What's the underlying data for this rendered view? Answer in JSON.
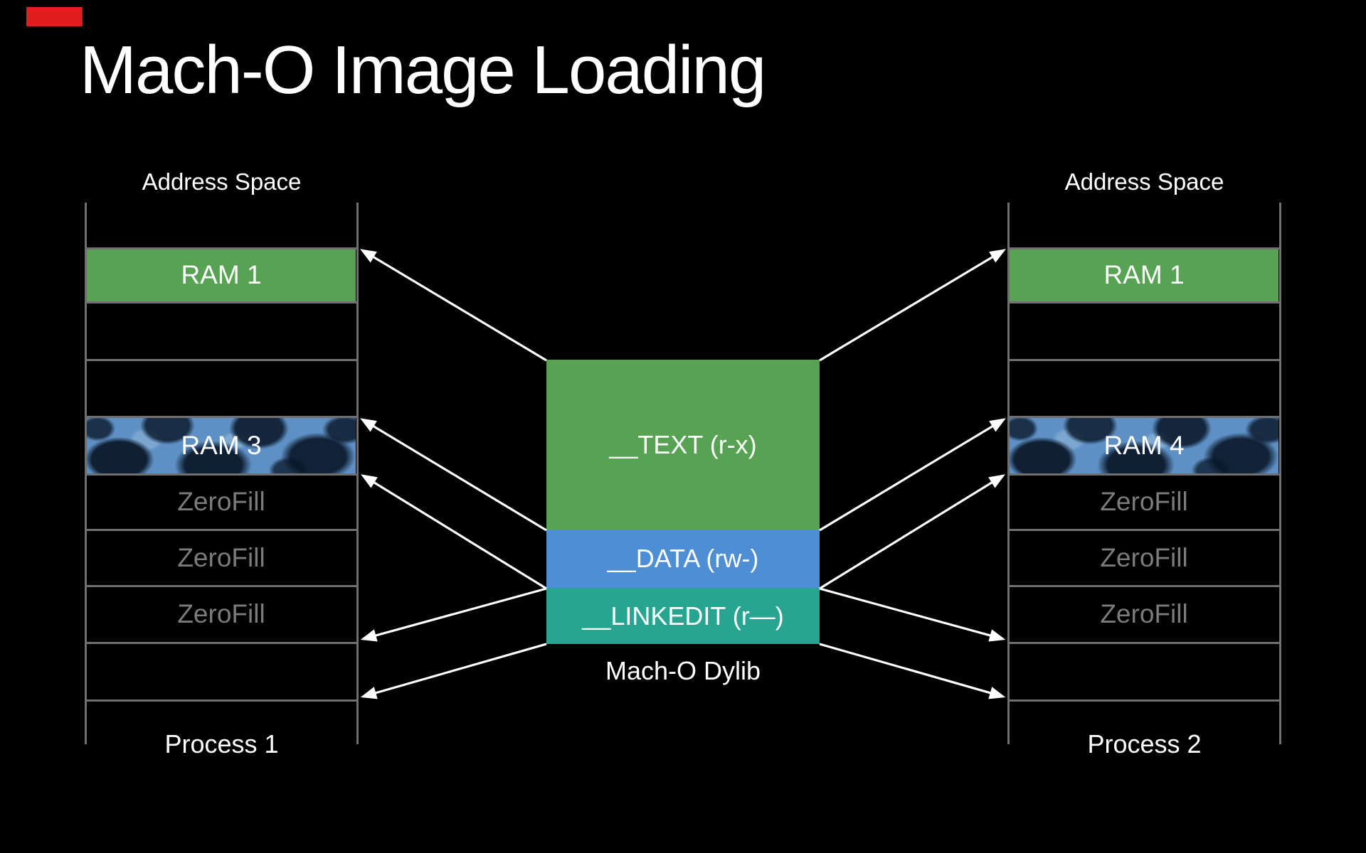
{
  "title": "Mach-O Image Loading",
  "left_panel": {
    "header": "Address Space",
    "footer": "Process 1",
    "ram_top": "RAM 1",
    "ram_mapped": "RAM 3",
    "zerofill": [
      "ZeroFill",
      "ZeroFill",
      "ZeroFill"
    ]
  },
  "right_panel": {
    "header": "Address Space",
    "footer": "Process 2",
    "ram_top": "RAM 1",
    "ram_mapped": "RAM 4",
    "zerofill": [
      "ZeroFill",
      "ZeroFill",
      "ZeroFill"
    ]
  },
  "dylib": {
    "caption": "Mach-O Dylib",
    "segment_text": "__TEXT (r-x)",
    "segment_data": "__DATA (rw-)",
    "segment_linkedit": "__LINKEDIT (r—)"
  },
  "colors": {
    "background": "#000000",
    "text_primary": "#ffffff",
    "line": "#6f6f6f",
    "zerofill_text": "#7b7b7b",
    "green": "#57a353",
    "blue": "#4e8ed4",
    "teal": "#28a591",
    "texture_base": "#5e90c5",
    "arrow": "#ffffff",
    "marker_red": "#e01e1e"
  }
}
